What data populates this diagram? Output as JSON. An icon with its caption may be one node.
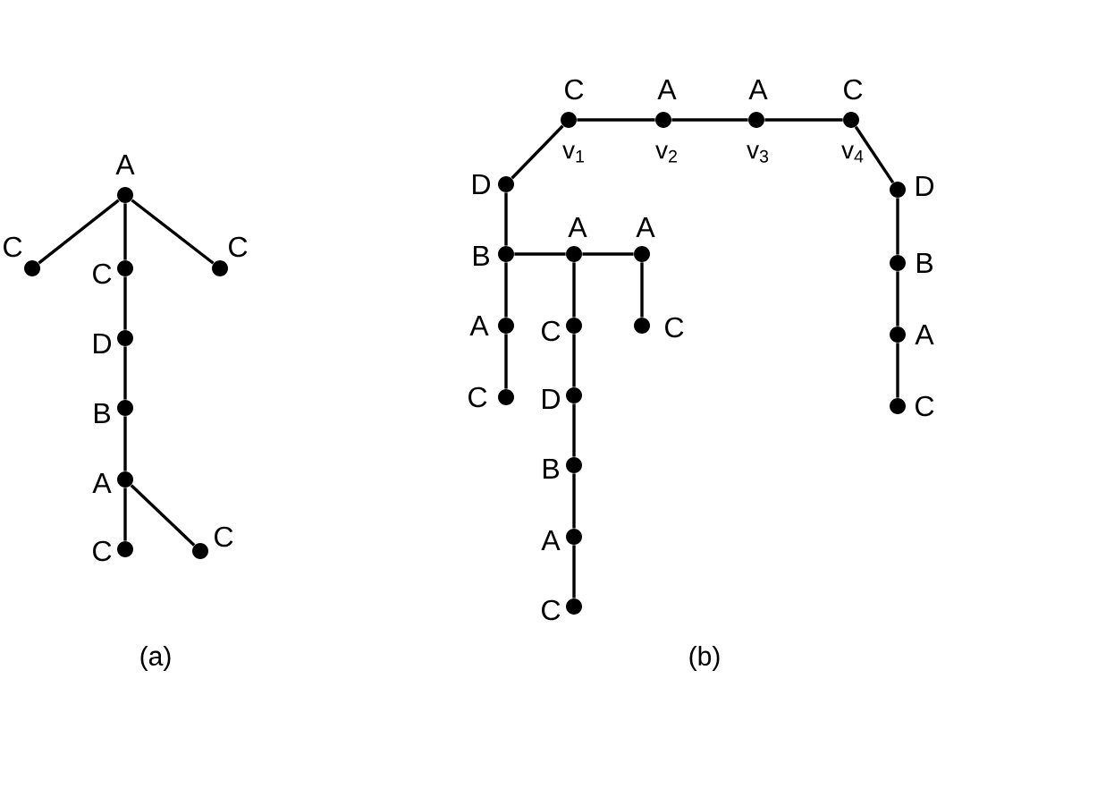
{
  "diagram": {
    "nodes": [
      {
        "text": [
          "A"
        ]
      },
      {
        "text": [
          "C"
        ]
      },
      {
        "text": [
          "C"
        ]
      },
      {
        "text": [
          "C"
        ]
      },
      {
        "text": [
          "D"
        ]
      },
      {
        "text": [
          "B"
        ]
      },
      {
        "text": [
          "A"
        ]
      },
      {
        "text": [
          "C"
        ]
      },
      {
        "text": [
          "C"
        ]
      },
      {
        "text": [
          "C"
        ],
        "beside": [
          "v$_{1}$"
        ]
      },
      {
        "text": [
          "A"
        ],
        "beside": [
          "v$_{2}$"
        ]
      },
      {
        "text": [
          "A"
        ],
        "beside": [
          "v$_{3}$"
        ]
      },
      {
        "text": [
          "C"
        ],
        "beside": [
          "v$_{4}$"
        ]
      },
      {
        "text": [
          "D"
        ]
      },
      {
        "text": [
          "D"
        ]
      },
      {
        "text": [
          "B"
        ]
      },
      {
        "text": [
          "A"
        ]
      },
      {
        "text": [
          "A"
        ]
      },
      {
        "text": [
          "B"
        ]
      },
      {
        "text": [
          "A"
        ]
      },
      {
        "text": [
          "C"
        ]
      },
      {
        "text": [
          "C"
        ]
      },
      {
        "text": [
          "A"
        ]
      },
      {
        "text": [
          "C"
        ]
      },
      {
        "text": [
          "D"
        ]
      },
      {
        "text": [
          "C"
        ]
      },
      {
        "text": [
          "B"
        ]
      },
      {
        "text": [
          "A"
        ]
      },
      {
        "text": [
          "C"
        ]
      }
    ],
    "edges": [
      {
        "from": 0,
        "to": 1,
        "arrow": "none"
      },
      {
        "from": 0,
        "to": 2,
        "arrow": "none"
      },
      {
        "from": 0,
        "to": 3,
        "arrow": "none"
      },
      {
        "from": 3,
        "to": 4,
        "arrow": "none"
      },
      {
        "from": 4,
        "to": 5,
        "arrow": "none"
      },
      {
        "from": 5,
        "to": 6,
        "arrow": "none"
      },
      {
        "from": 6,
        "to": 7,
        "arrow": "none"
      },
      {
        "from": 6,
        "to": 8,
        "arrow": "none"
      },
      {
        "from": 9,
        "to": 10,
        "arrow": "none"
      },
      {
        "from": 10,
        "to": 11,
        "arrow": "none"
      },
      {
        "from": 11,
        "to": 12,
        "arrow": "none"
      },
      {
        "from": 9,
        "to": 13,
        "arrow": "none"
      },
      {
        "from": 13,
        "to": 15,
        "arrow": "none"
      },
      {
        "from": 15,
        "to": 19,
        "arrow": "none"
      },
      {
        "from": 19,
        "to": 23,
        "arrow": "none"
      },
      {
        "from": 15,
        "to": 16,
        "arrow": "none"
      },
      {
        "from": 16,
        "to": 17,
        "arrow": "none"
      },
      {
        "from": 16,
        "to": 20,
        "arrow": "none"
      },
      {
        "from": 17,
        "to": 21,
        "arrow": "none"
      },
      {
        "from": 20,
        "to": 24,
        "arrow": "none"
      },
      {
        "from": 24,
        "to": 26,
        "arrow": "none"
      },
      {
        "from": 26,
        "to": 27,
        "arrow": "none"
      },
      {
        "from": 27,
        "to": 28,
        "arrow": "none"
      },
      {
        "from": 12,
        "to": 14,
        "arrow": "none"
      },
      {
        "from": 14,
        "to": 18,
        "arrow": "none"
      },
      {
        "from": 18,
        "to": 22,
        "arrow": "none"
      },
      {
        "from": 22,
        "to": 25,
        "arrow": "none"
      }
    ],
    "labels": [
      "(a)",
      "(b)"
    ]
  }
}
